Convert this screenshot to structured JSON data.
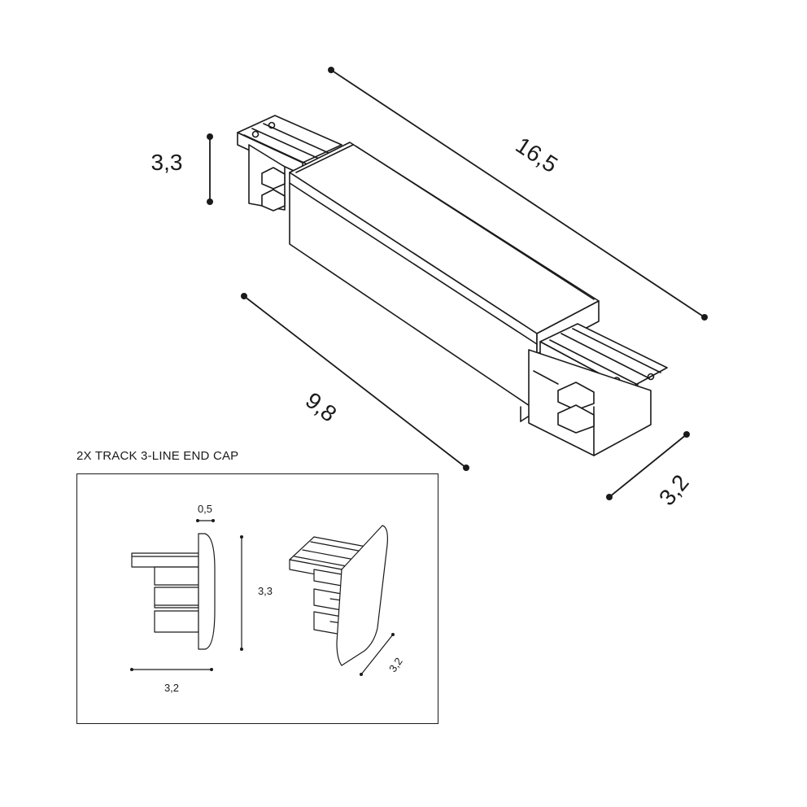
{
  "connector": {
    "height": "3,3",
    "length": "16,5",
    "body_length": "9,8",
    "width": "3,2"
  },
  "end_cap": {
    "caption": "2X TRACK 3-LINE END CAP",
    "thickness": "0,5",
    "height": "3,3",
    "depth": "3,2",
    "width": "3,2"
  }
}
